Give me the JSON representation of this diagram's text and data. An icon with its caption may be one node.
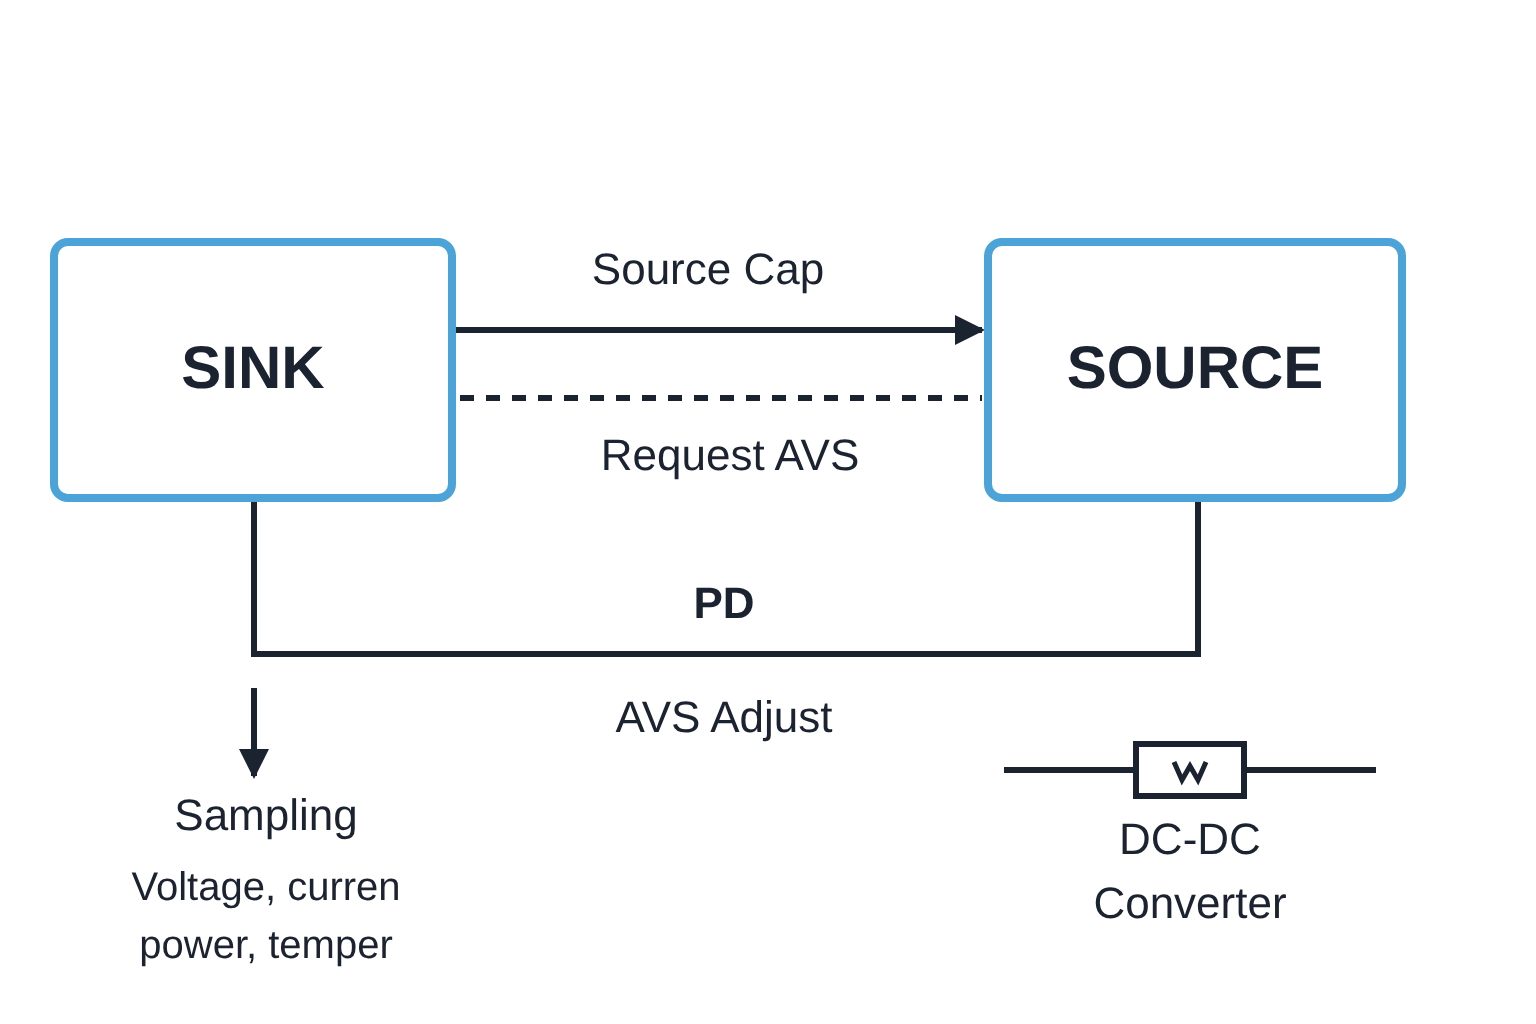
{
  "diagram": {
    "nodes": [
      {
        "text": [
          "SINK"
        ]
      },
      {
        "text": [
          "SOURCE"
        ]
      },
      {
        "text": [
          "Sampling",
          "Voltage, curren power, temper"
        ]
      },
      {
        "text": [
          "DC-DC Converter"
        ]
      }
    ],
    "edges": [
      {
        "from": 0,
        "to": 1,
        "arrow": "to",
        "label": "Source Cap"
      },
      {
        "from": 0,
        "to": 1,
        "arrow": "none",
        "label": "Request AVS",
        "style": "dashed"
      },
      {
        "from": 0,
        "to": 1,
        "arrow": "none",
        "label": "PD"
      },
      {
        "from": null,
        "to": 2,
        "arrow": "to"
      }
    ],
    "labels": [
      "AVS Adjust"
    ]
  }
}
